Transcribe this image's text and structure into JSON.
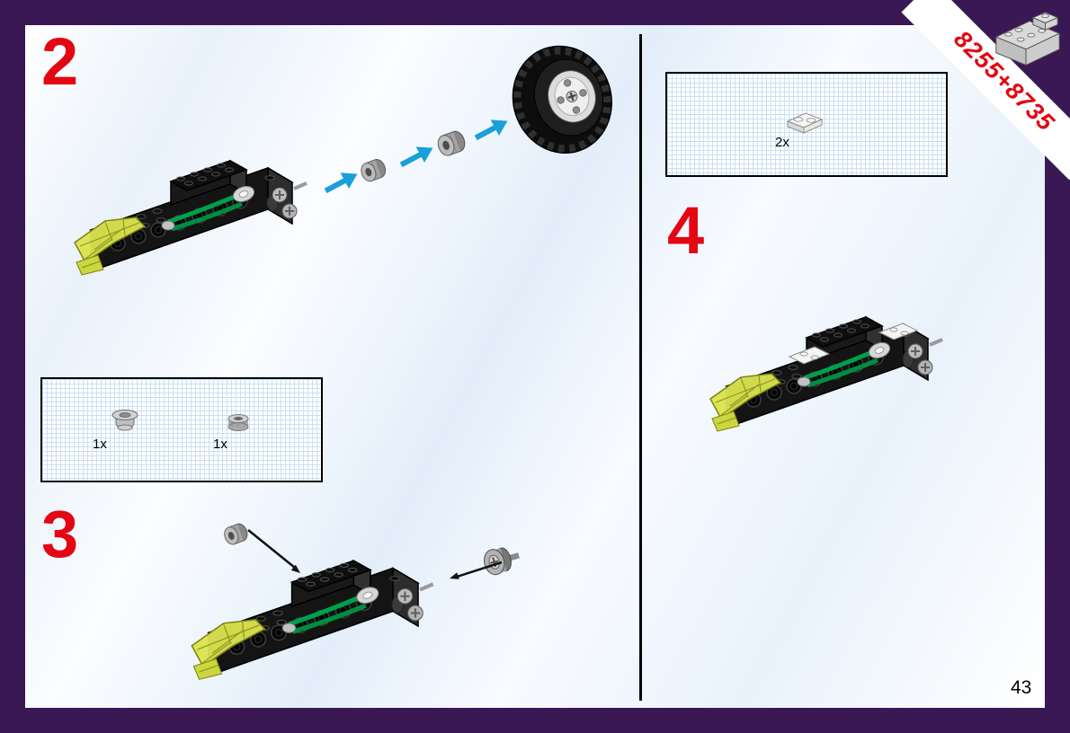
{
  "banner": {
    "set_numbers": "8255+8735"
  },
  "page": {
    "number": "43"
  },
  "steps": {
    "two": {
      "label": "2",
      "illustrations": [
        "chassis-assembly",
        "axle-bushing",
        "axle-bushing",
        "tire-wheel"
      ],
      "arrow_color": "#1b9fd8"
    },
    "three": {
      "label": "3",
      "illustrations": [
        "chassis-assembly",
        "bushing",
        "wheel-hub"
      ],
      "arrow_color": "#000000"
    },
    "four": {
      "label": "4",
      "illustrations": [
        "chassis-assembly-with-white-plates"
      ]
    }
  },
  "parts_boxes": {
    "step3_parts": {
      "items": [
        {
          "count": "1x",
          "part": "half-pulley"
        },
        {
          "count": "1x",
          "part": "bushing"
        }
      ]
    },
    "step4_parts": {
      "items": [
        {
          "count": "2x",
          "part": "white-plate-1x2"
        }
      ]
    }
  },
  "colors": {
    "frame_purple": "#3a1853",
    "accent_red": "#e30613",
    "arrow_blue": "#1b9fd8",
    "grid_blue": "#c9e0f5",
    "trans_lime": "#dbe24f",
    "belt_green": "#00a04a"
  }
}
